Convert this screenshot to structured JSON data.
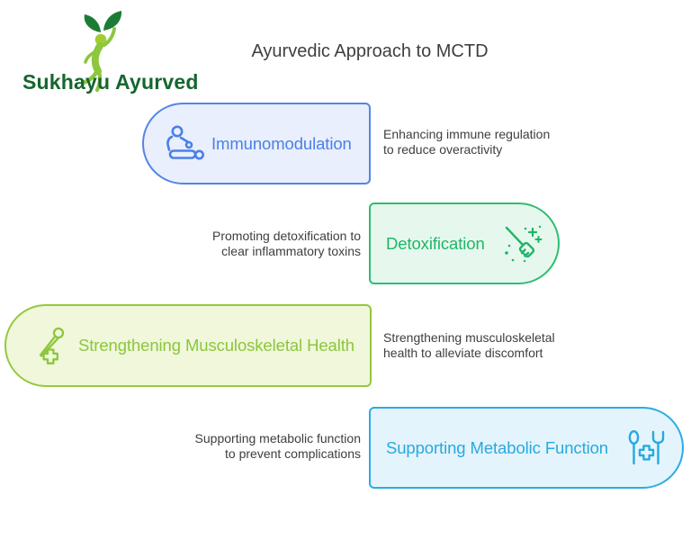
{
  "brand": {
    "name": "Sukhayu Ayurved"
  },
  "title": "Ayurvedic Approach to MCTD",
  "steps": [
    {
      "label": "Immunomodulation",
      "description_lines": [
        "Enhancing immune regulation",
        "to reduce overactivity"
      ],
      "icon": "massage-therapy-icon",
      "colors": {
        "border": "#5584e4",
        "fill": "#e9effc",
        "text": "#4a80e8"
      }
    },
    {
      "label": "Detoxification",
      "description_lines": [
        "Promoting detoxification to",
        "clear inflammatory toxins"
      ],
      "icon": "broom-sparkles-icon",
      "colors": {
        "border": "#2ebd72",
        "fill": "#e6f8ee",
        "text": "#1fb567"
      }
    },
    {
      "label": "Strengthening Musculoskeletal Health",
      "description_lines": [
        "Strengthening musculoskeletal",
        "health to alleviate discomfort"
      ],
      "icon": "needle-cross-icon",
      "colors": {
        "border": "#94c93f",
        "fill": "#f0f7da",
        "text": "#8cc63d"
      }
    },
    {
      "label": "Supporting Metabolic Function",
      "description_lines": [
        "Supporting metabolic function",
        "to prevent complications"
      ],
      "icon": "cutlery-cross-icon",
      "colors": {
        "border": "#2bace3",
        "fill": "#e4f4fc",
        "text": "#29a9e0"
      }
    }
  ],
  "logo_colors": {
    "leaf": "#1c7c35",
    "figure": "#8dc63f",
    "head": "#a2cc36",
    "text": "#15672e"
  }
}
